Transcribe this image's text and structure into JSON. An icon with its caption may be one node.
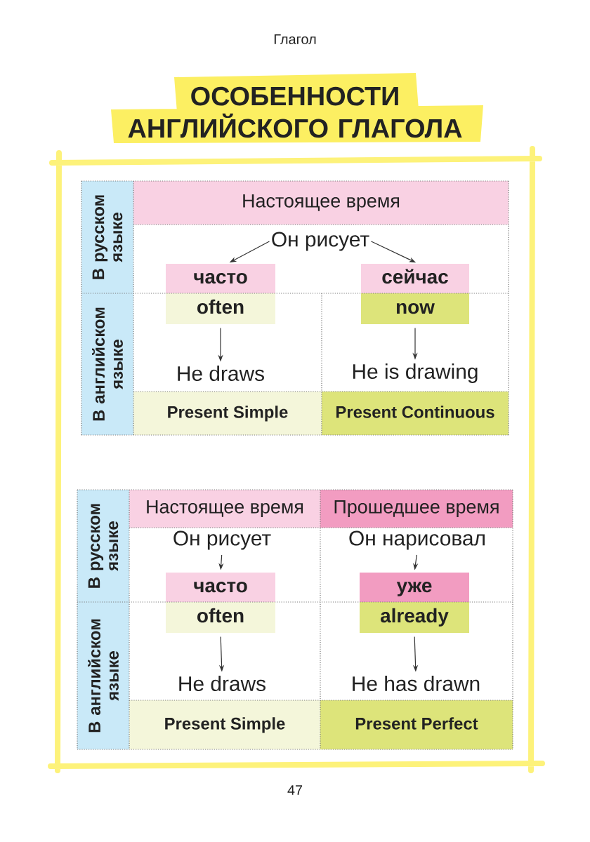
{
  "diagram": {
    "title": "ОСОБЕННОСТИ АНГЛИЙСКОГО ГЛАГОЛА",
    "nodes": [
      {
        "text": [
          "В русском языке"
        ]
      },
      {
        "text": [
          "Настоящее время"
        ]
      },
      {
        "text": [
          "Он рисует"
        ]
      },
      {
        "text": [
          "часто"
        ]
      },
      {
        "text": [
          "сейчас"
        ]
      },
      {
        "text": [
          "В английском языке"
        ]
      },
      {
        "text": [
          "often"
        ]
      },
      {
        "text": [
          "now"
        ]
      },
      {
        "text": [
          "He draws"
        ]
      },
      {
        "text": [
          "He is drawing"
        ]
      },
      {
        "text": [
          "Present Simple"
        ]
      },
      {
        "text": [
          "Present Continuous"
        ]
      },
      {
        "text": [
          "В русском языке"
        ]
      },
      {
        "text": [
          "Настоящее время"
        ]
      },
      {
        "text": [
          "Прошедшее время"
        ]
      },
      {
        "text": [
          "Он рисует"
        ]
      },
      {
        "text": [
          "Он нарисовал"
        ]
      },
      {
        "text": [
          "часто"
        ]
      },
      {
        "text": [
          "уже"
        ]
      },
      {
        "text": [
          "В английском языке"
        ]
      },
      {
        "text": [
          "often"
        ]
      },
      {
        "text": [
          "already"
        ]
      },
      {
        "text": [
          "He draws"
        ]
      },
      {
        "text": [
          "He has drawn"
        ]
      },
      {
        "text": [
          "Present Simple"
        ]
      },
      {
        "text": [
          "Present Perfect"
        ]
      }
    ],
    "edges": [
      {
        "from": 2,
        "to": 3,
        "arrow": "to"
      },
      {
        "from": 2,
        "to": 4,
        "arrow": "to"
      },
      {
        "from": 6,
        "to": 8,
        "arrow": "to"
      },
      {
        "from": 7,
        "to": 9,
        "arrow": "to"
      },
      {
        "from": 15,
        "to": 17,
        "arrow": "to"
      },
      {
        "from": 16,
        "to": 18,
        "arrow": "to"
      },
      {
        "from": 20,
        "to": 22,
        "arrow": "to"
      },
      {
        "from": 21,
        "to": 23,
        "arrow": "to"
      }
    ],
    "labels": [
      "Глагол",
      "47"
    ]
  }
}
